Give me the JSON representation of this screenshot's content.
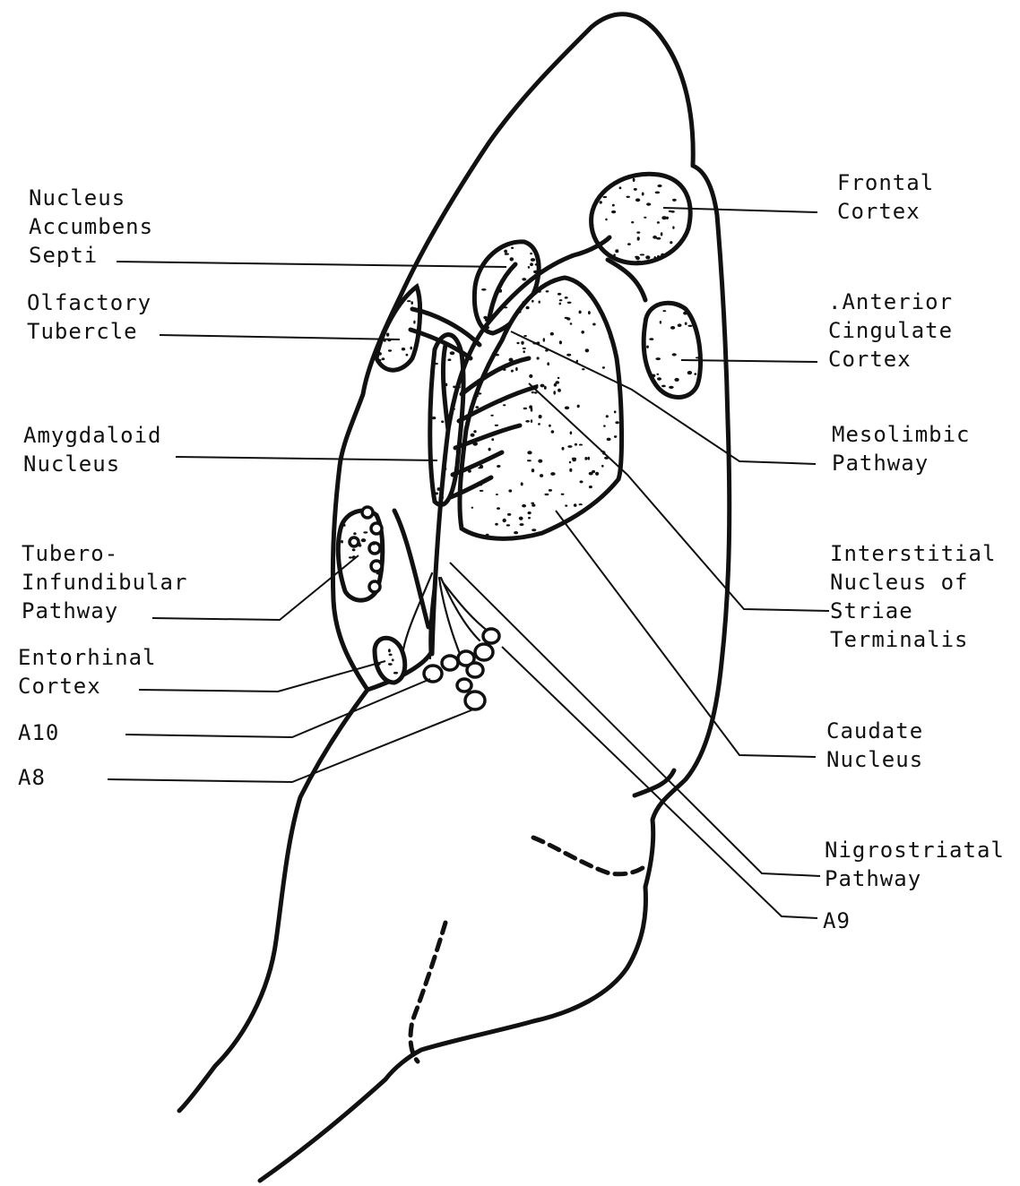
{
  "labels": {
    "nucleus_accumbens": [
      "Nucleus",
      "Accumbens",
      "Septi"
    ],
    "olfactory_tubercle": [
      "Olfactory",
      "Tubercle"
    ],
    "amygdaloid_nucleus": [
      "Amygdaloid",
      "Nucleus"
    ],
    "tubero_infundibular": [
      "Tubero-",
      "Infundibular",
      "Pathway"
    ],
    "entorhinal_cortex": [
      "Entorhinal",
      "Cortex"
    ],
    "a10": "A10",
    "a8": "A8",
    "frontal_cortex": [
      "Frontal",
      "Cortex"
    ],
    "anterior_cingulate": [
      ".Anterior",
      "Cingulate",
      "Cortex"
    ],
    "mesolimbic": [
      "Mesolimbic",
      "Pathway"
    ],
    "interstitial_nucleus": [
      "Interstitial",
      "Nucleus of",
      "Striae",
      "Terminalis"
    ],
    "caudate_nucleus": [
      "Caudate",
      "Nucleus"
    ],
    "nigrostriatal": [
      "Nigrostriatal",
      "Pathway"
    ],
    "a9": "A9"
  }
}
